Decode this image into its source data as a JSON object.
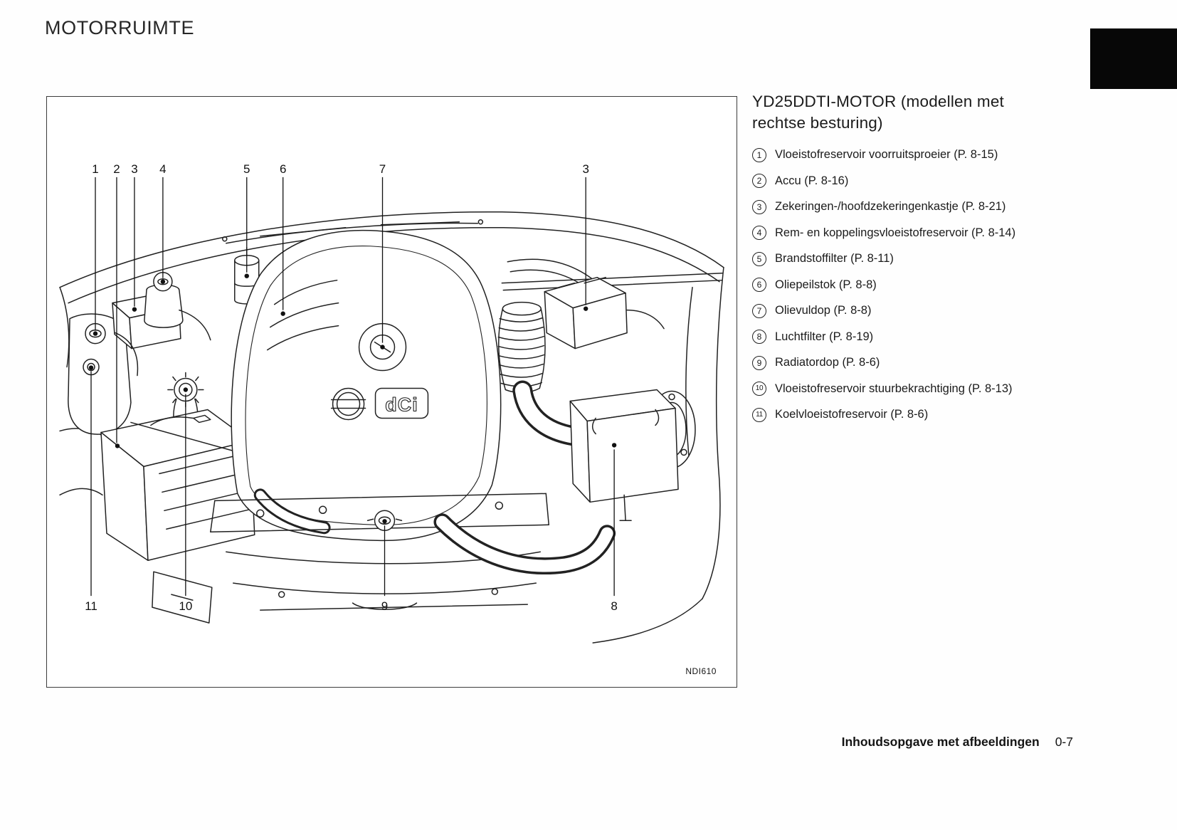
{
  "page": {
    "title": "MOTORRUIMTE",
    "footer_label": "Inhoudsopgave met afbeeldingen",
    "footer_page": "0-7"
  },
  "figure": {
    "code": "NDI610",
    "engine_badge": "dCi",
    "callouts": {
      "top": [
        "1",
        "2",
        "3",
        "4",
        "5",
        "6",
        "7",
        "3"
      ],
      "bottom": [
        "11",
        "10",
        "9",
        "8"
      ]
    }
  },
  "legend": {
    "heading_line1": "YD25DDTI-MOTOR (modellen met",
    "heading_line2": "rechtse besturing)",
    "items": [
      {
        "num": "1",
        "label": "Vloeistofreservoir voorruitsproeier (P. 8-15)"
      },
      {
        "num": "2",
        "label": "Accu (P. 8-16)"
      },
      {
        "num": "3",
        "label": "Zekeringen-/hoofdzekeringenkastje (P. 8-21)"
      },
      {
        "num": "4",
        "label": "Rem- en koppelingsvloeistofreservoir (P. 8-14)"
      },
      {
        "num": "5",
        "label": "Brandstoffilter (P. 8-11)"
      },
      {
        "num": "6",
        "label": "Oliepeilstok (P. 8-8)"
      },
      {
        "num": "7",
        "label": "Olievuldop (P. 8-8)"
      },
      {
        "num": "8",
        "label": "Luchtfilter (P. 8-19)"
      },
      {
        "num": "9",
        "label": "Radiatordop (P. 8-6)"
      },
      {
        "num": "10",
        "label": "Vloeistofreservoir stuurbekrachtiging (P. 8-13)"
      },
      {
        "num": "11",
        "label": "Koelvloeistofreservoir (P. 8-6)"
      }
    ]
  }
}
